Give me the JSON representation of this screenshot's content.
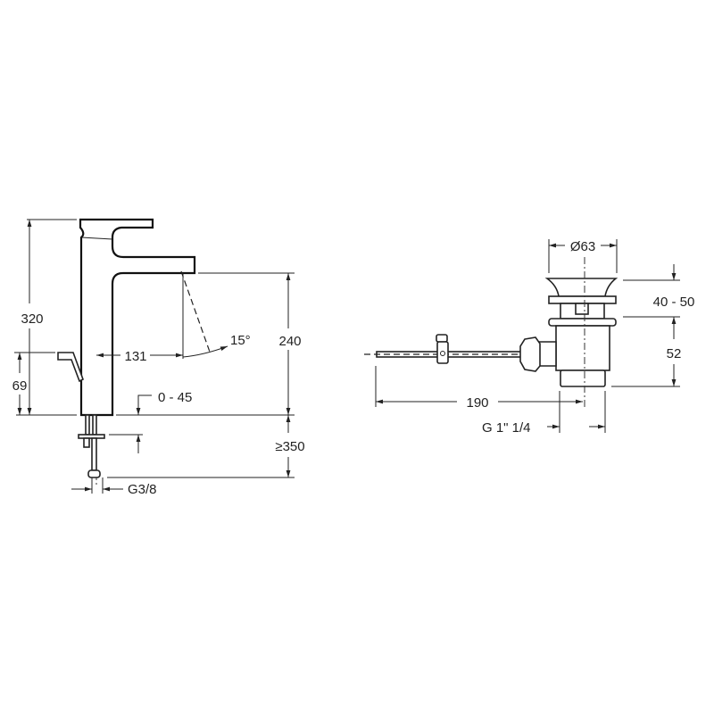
{
  "faucet": {
    "height_total": "320",
    "lever_height": "69",
    "spout_reach": "131",
    "spray_angle": "15°",
    "spout_height": "240",
    "tap_hole_thickness": "0 - 45",
    "min_supply_length": "≥350",
    "thread": "G3/8"
  },
  "drain": {
    "diameter": "Ø63",
    "pop_up_travel": "40 - 50",
    "body_height": "52",
    "rod_length": "190",
    "thread": "G 1\" 1/4"
  }
}
